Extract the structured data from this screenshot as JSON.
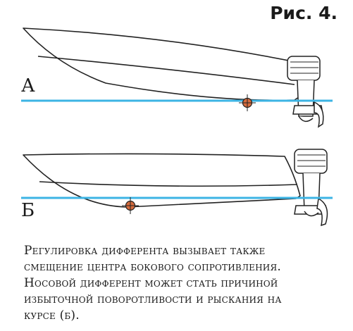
{
  "figure": {
    "title": "Рис. 4."
  },
  "panels": [
    {
      "label": "А"
    },
    {
      "label": "Б"
    }
  ],
  "colors": {
    "waterline": "#3cb4e4",
    "hull_stroke": "#222222",
    "center_marker": "#c0392b"
  },
  "caption": [
    "Регулировка дифферента вызывает также",
    "смещение центра бокового сопротивления.",
    "Носовой дифферент может стать причиной",
    "избыточной поворотливости и рыскания на",
    "курсе (б)."
  ]
}
